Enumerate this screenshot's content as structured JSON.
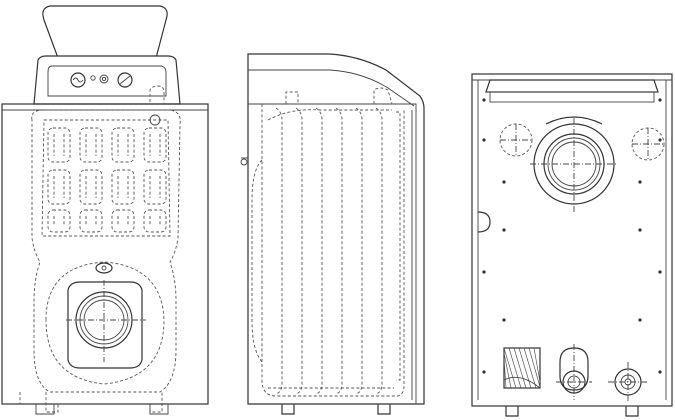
{
  "drawing": {
    "views": [
      {
        "id": "front",
        "description_icon": "boiler-front-view-icon"
      },
      {
        "id": "side",
        "description_icon": "boiler-side-view-icon"
      },
      {
        "id": "rear",
        "description_icon": "boiler-rear-view-icon"
      }
    ],
    "colors": {
      "line": "#333333",
      "background": "#ffffff",
      "panel": "#f2f2f2"
    }
  }
}
